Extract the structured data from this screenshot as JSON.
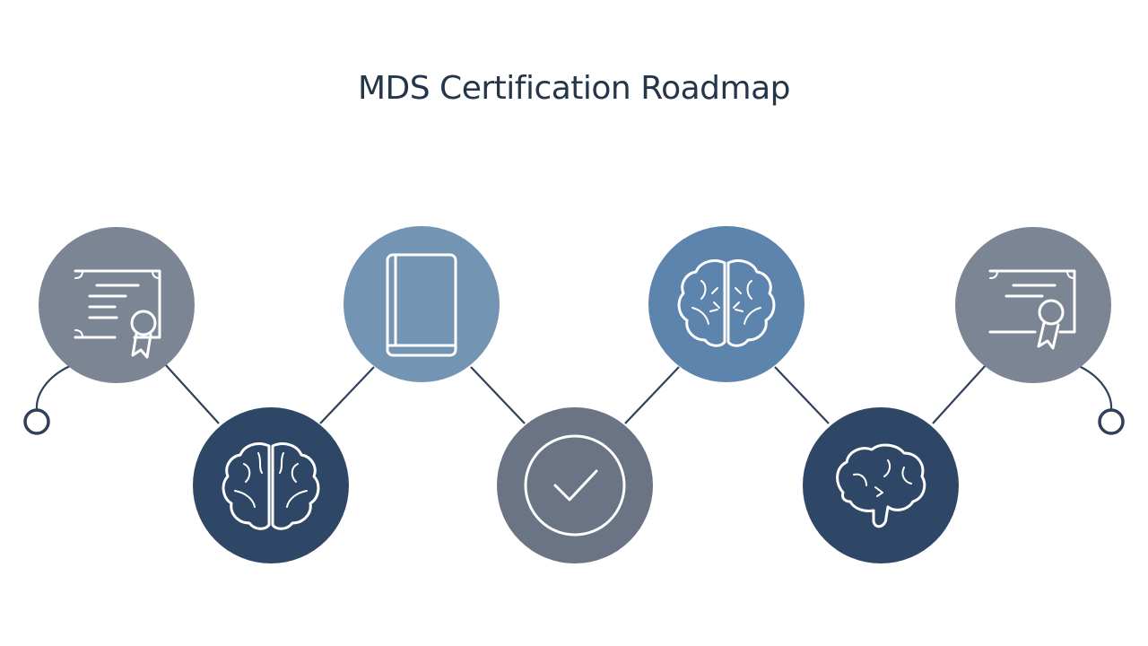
{
  "title": "MDS Certification Roadmap",
  "colors": {
    "background": "#ffffff",
    "title": "#25354a",
    "connector": "#2f4058",
    "gray": "#7b8594",
    "light_blue": "#7494b4",
    "mid_blue": "#5d84ad",
    "navy": "#2e4766",
    "slate": "#6a7485"
  },
  "milestones": [
    {
      "icon": "certificate-icon",
      "color": "gray"
    },
    {
      "icon": "brain-icon",
      "color": "navy"
    },
    {
      "icon": "book-icon",
      "color": "light_blue"
    },
    {
      "icon": "checkmark-icon",
      "color": "slate"
    },
    {
      "icon": "brain-icon",
      "color": "mid_blue"
    },
    {
      "icon": "brain-stem-icon",
      "color": "navy"
    },
    {
      "icon": "certificate-icon",
      "color": "gray"
    }
  ]
}
